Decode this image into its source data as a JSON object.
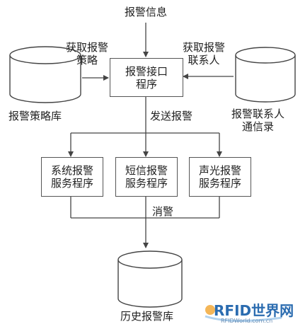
{
  "nodes": {
    "input_label": "报警信息",
    "main_program": [
      "报警接口",
      "程序"
    ],
    "policy_db": "报警策略库",
    "contact_db": [
      "报警联系人",
      "通信录"
    ],
    "system_service": [
      "系统报警",
      "服务程序"
    ],
    "sms_service": [
      "短信报警",
      "服务程序"
    ],
    "sound_light_service": [
      "声光报警",
      "服务程序"
    ],
    "history_db": "历史报警库"
  },
  "edges": {
    "get_policy": [
      "获取报警",
      "策略"
    ],
    "get_contact": [
      "获取报警",
      "联系人"
    ],
    "send_alarm": "发送报警",
    "clear_alarm": "消警"
  },
  "watermark": {
    "brand": "RFID世界网",
    "site": "RFIDWorld.com.cn"
  }
}
